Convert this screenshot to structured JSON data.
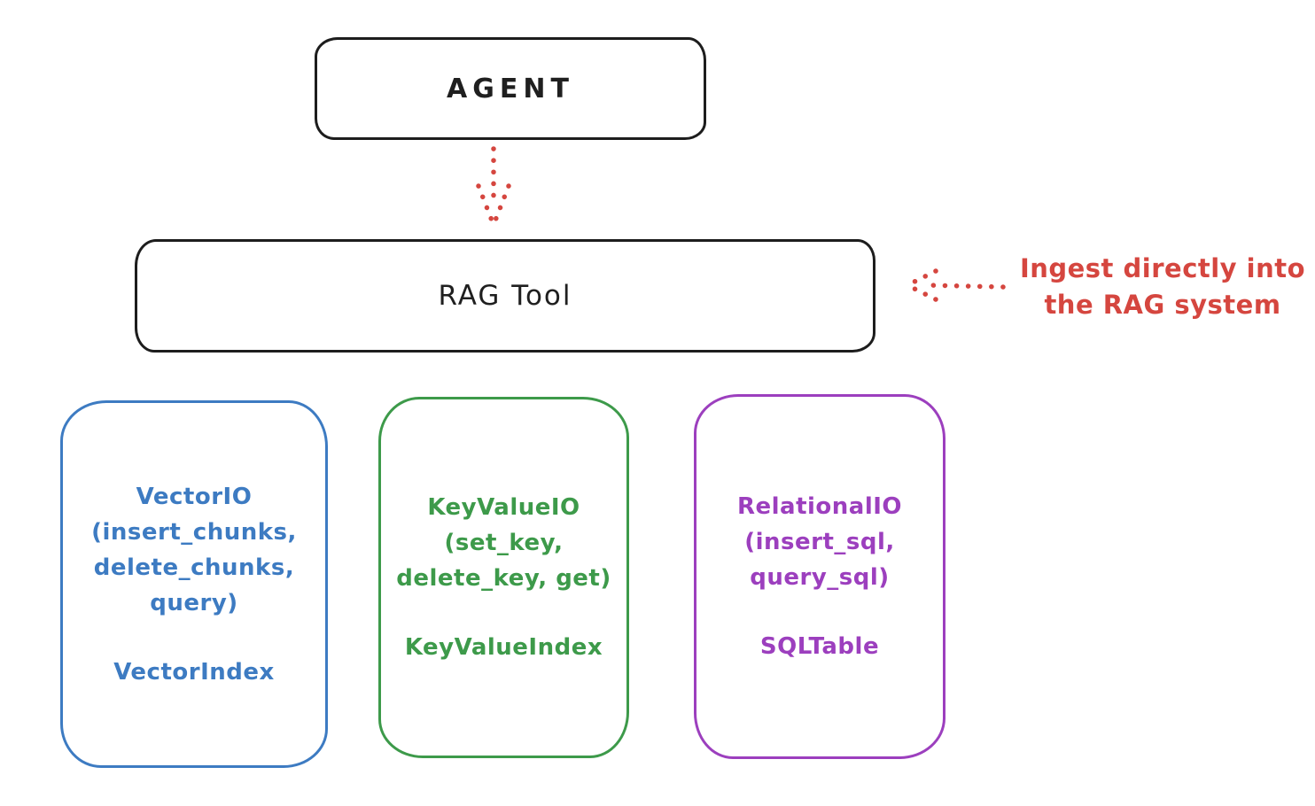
{
  "agent_box": {
    "label": "AGENT"
  },
  "rag_box": {
    "label": "RAG Tool"
  },
  "annotation": {
    "line1": "Ingest directly into",
    "line2": "the RAG system",
    "color": "#d5463f"
  },
  "arrows": {
    "agent_to_rag": {
      "style": "dotted",
      "direction": "down",
      "color": "#d5463f"
    },
    "ingest_to_rag": {
      "style": "dotted",
      "direction": "left",
      "color": "#d5463f"
    }
  },
  "io_boxes": [
    {
      "id": "vector",
      "color": "#3d7bc2",
      "lines": [
        "VectorIO",
        "(insert_chunks,",
        "delete_chunks,",
        "query)"
      ],
      "index_label": "VectorIndex"
    },
    {
      "id": "keyvalue",
      "color": "#3d9a4a",
      "lines": [
        "KeyValueIO",
        "(set_key,",
        "delete_key, get)"
      ],
      "index_label": "KeyValueIndex"
    },
    {
      "id": "relational",
      "color": "#9c3fbe",
      "lines": [
        "RelationalIO",
        "(insert_sql,",
        "query_sql)"
      ],
      "index_label": "SQLTable"
    }
  ],
  "colors": {
    "stroke_black": "#1d1d1d",
    "background": "#ffffff"
  }
}
